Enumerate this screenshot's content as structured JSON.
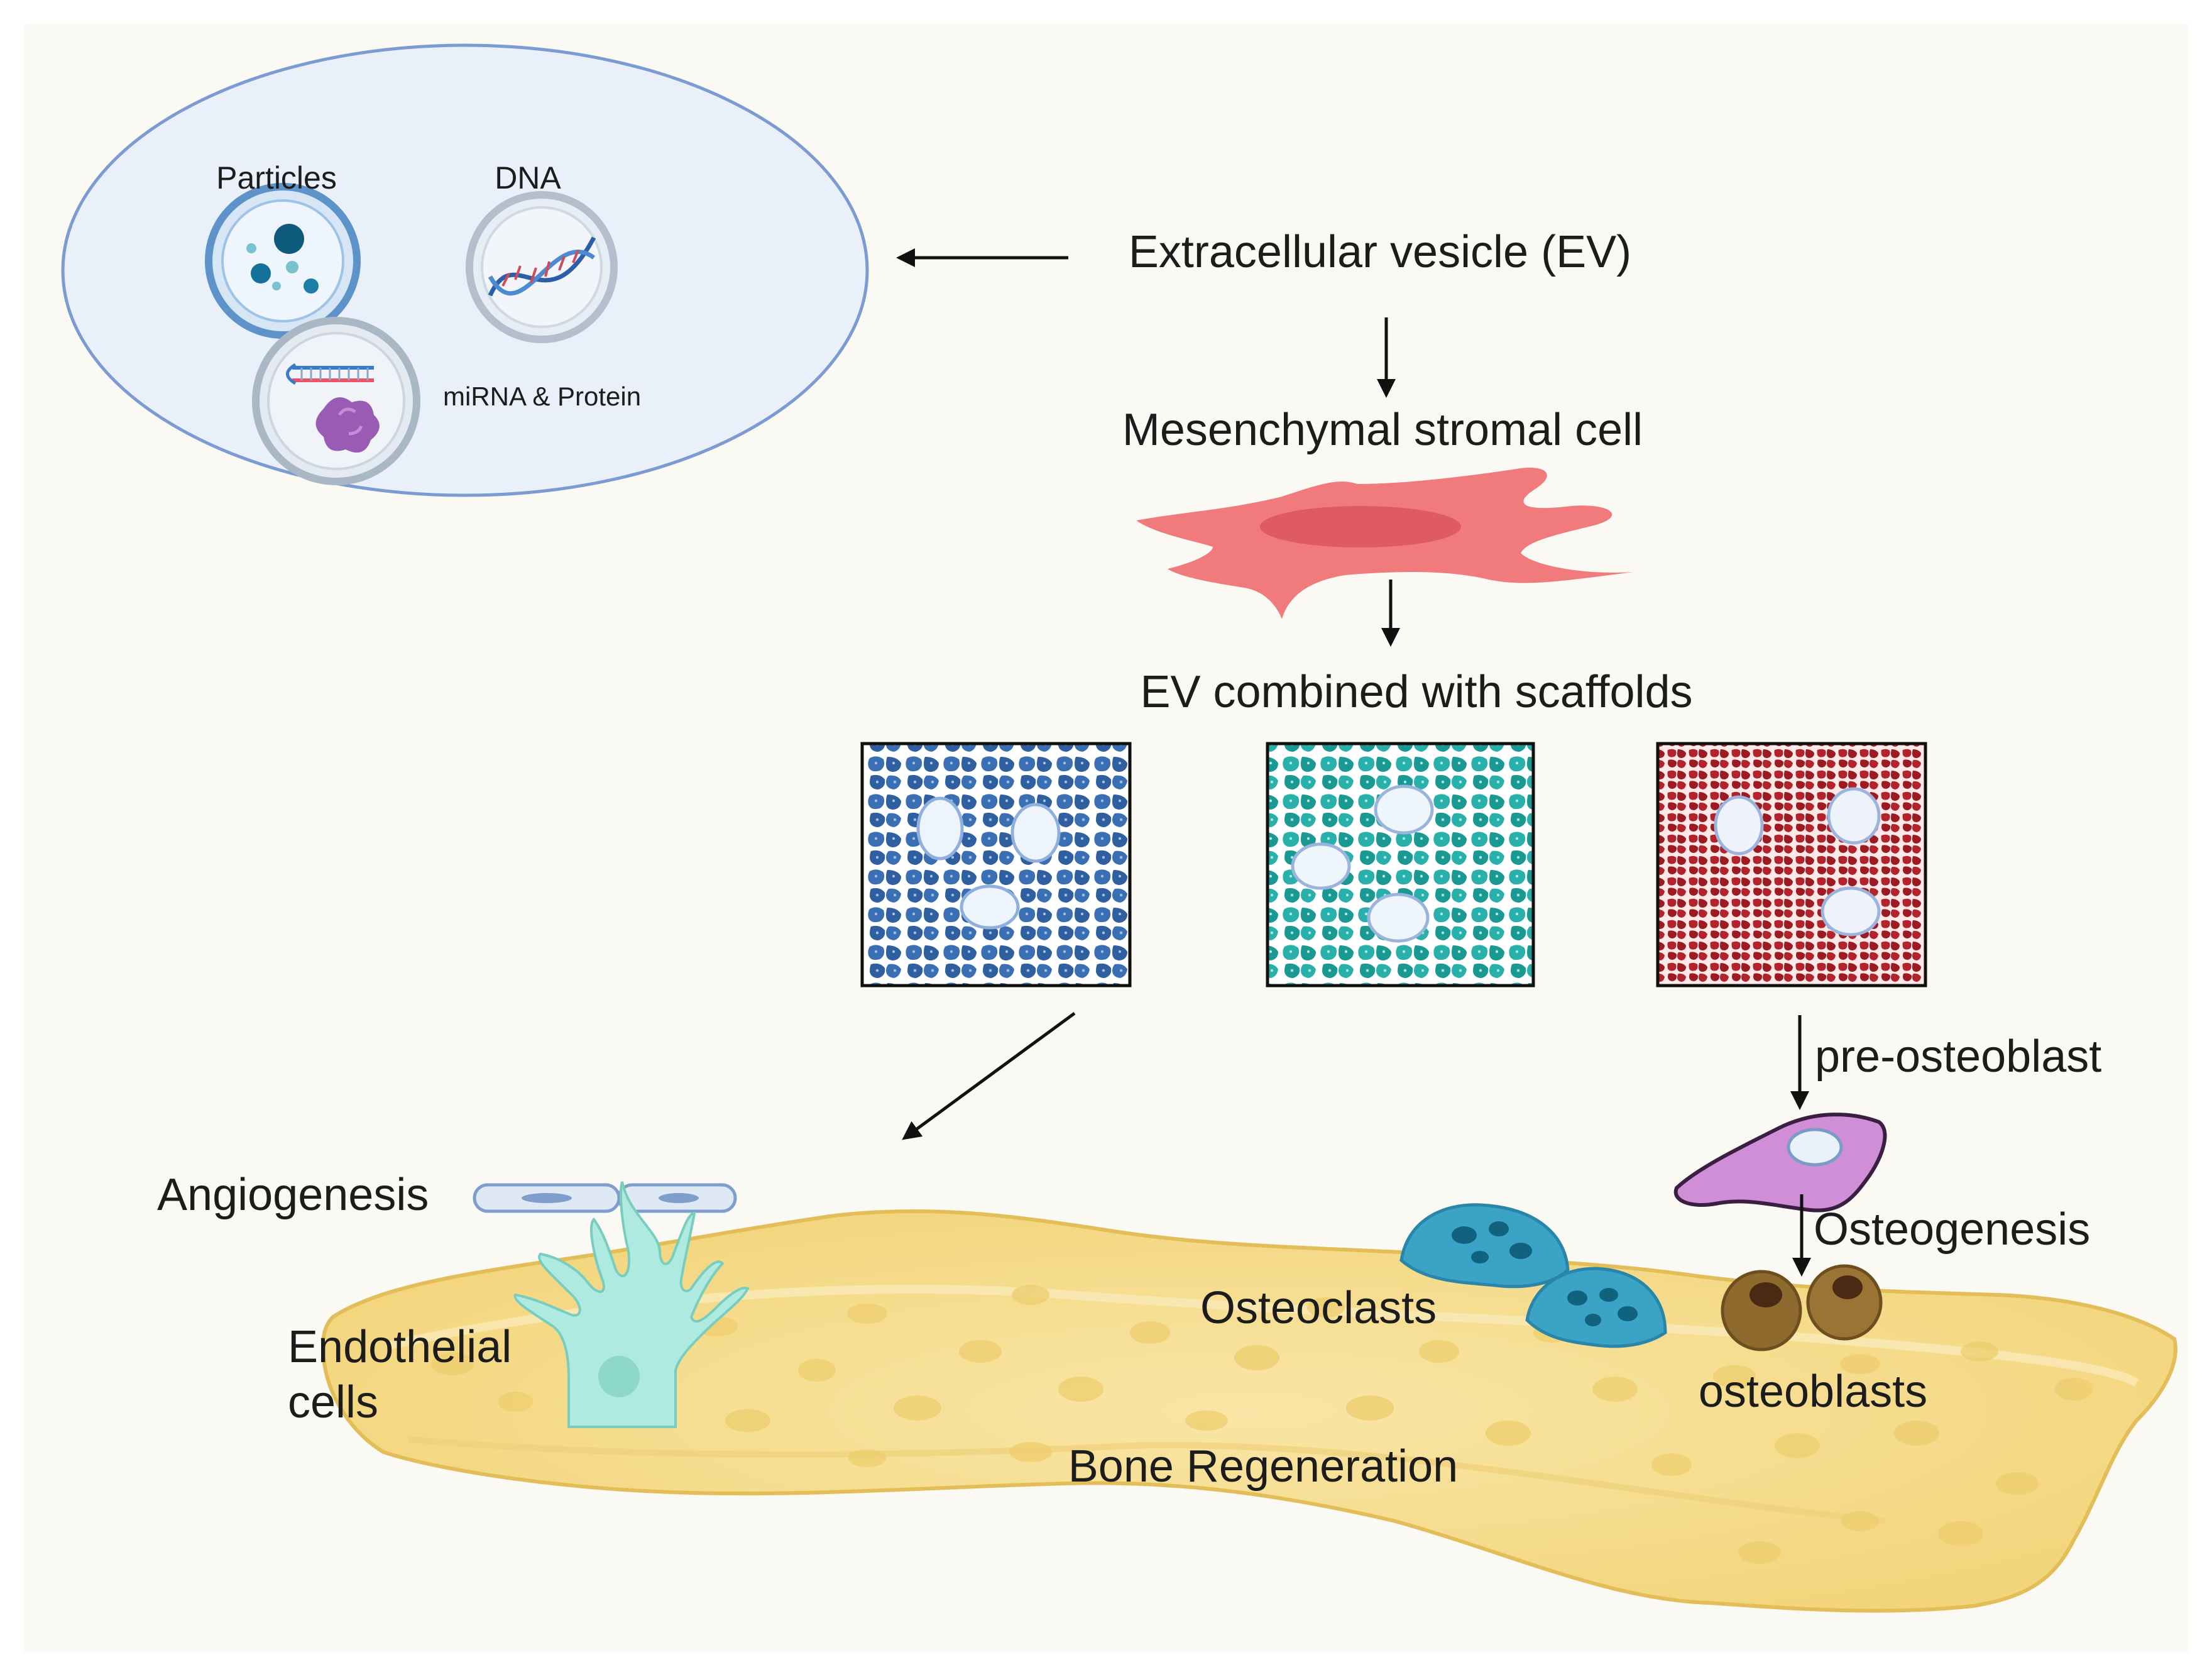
{
  "colors": {
    "background": "#fbf9f3",
    "ev_ellipse_fill": "#e9f0fa",
    "ev_ellipse_stroke": "#7b9bd2",
    "msc_fill": "#f07a7c",
    "msc_nucleus": "#de5b62",
    "bone_fill": "#f6dc8e",
    "bone_stroke": "#e3bd57",
    "scaffold_blue": "#2f63a8",
    "scaffold_teal": "#1fa7a3",
    "scaffold_red": "#b3232b",
    "endothelial_fill": "#aeeadf",
    "osteoclast_fill": "#3aa3c6",
    "osteoblast_fill": "#8e6a2e",
    "preosteoblast_fill": "#cf8ed6",
    "arrow": "#111111"
  },
  "ev_box": {
    "particles_label": "Particles",
    "dna_label": "DNA",
    "mirna_label": "miRNA & Protein"
  },
  "labels": {
    "ev": "Extracellular vesicle (EV)",
    "msc": "Mesenchymal stromal cell",
    "scaffolds": "EV combined with scaffolds",
    "pre_osteoblast": "pre-osteoblast",
    "osteogenesis": "Osteogenesis",
    "angiogenesis": "Angiogenesis",
    "endothelial_line1": "Endothelial",
    "endothelial_line2": "cells",
    "osteoclasts": "Osteoclasts",
    "osteoblasts": "osteoblasts",
    "bone_regeneration": "Bone Regeneration"
  },
  "icons": {
    "particles": "particles-vesicle-icon",
    "dna": "dna-helix-icon",
    "mirna_protein": "mirna-protein-vesicle-icon",
    "msc": "mesenchymal-cell-icon",
    "scaffolds": [
      "blue-scaffold-icon",
      "teal-scaffold-icon",
      "red-scaffold-icon"
    ],
    "endothelial": "endothelial-cell-icon",
    "osteoclast": "osteoclast-icon",
    "osteoblast": "osteoblast-icon",
    "pre_osteoblast": "pre-osteoblast-icon",
    "bone": "bone-tissue-icon"
  }
}
